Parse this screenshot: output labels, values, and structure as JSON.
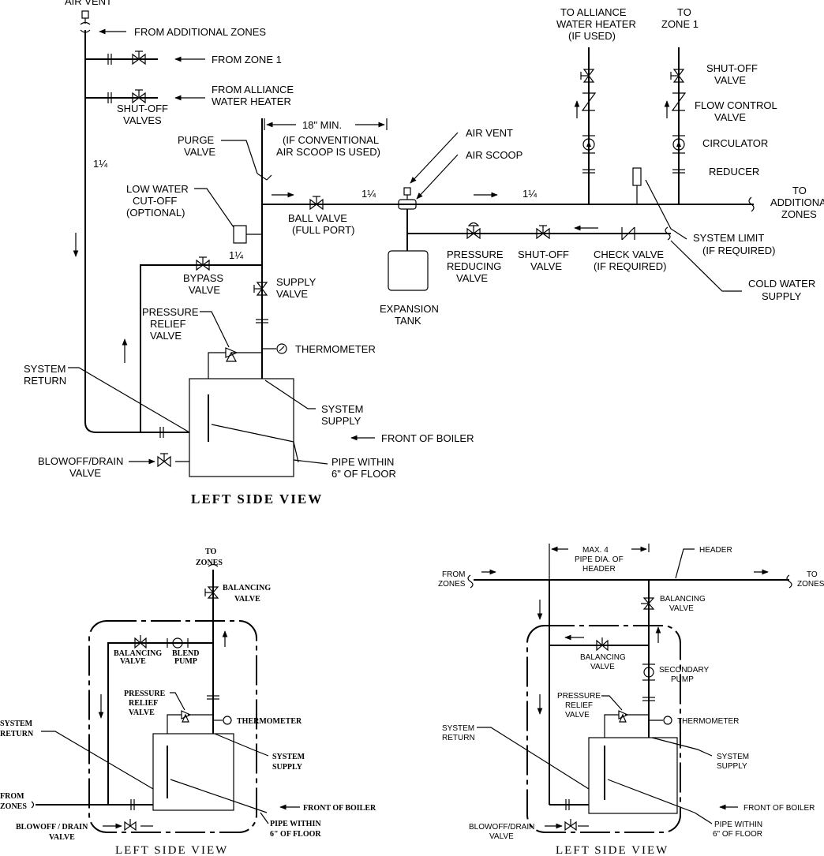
{
  "top": {
    "air_vent_top": "AIR VENT",
    "from_additional_zones": "FROM ADDITIONAL ZONES",
    "from_zone_1": "FROM ZONE 1",
    "from_alliance_1": "FROM ALLIANCE",
    "from_alliance_2": "WATER HEATER",
    "shutoff_valves_1": "SHUT-OFF",
    "shutoff_valves_2": "VALVES",
    "size_left": "1¼",
    "purge_1": "PURGE",
    "purge_2": "VALVE",
    "dim_18": "18\" MIN.",
    "dim_note_1": "(IF CONVENTIONAL",
    "dim_note_2": "AIR SCOOP IS USED)",
    "air_vent": "AIR VENT",
    "air_scoop": "AIR SCOOP",
    "to_alliance_1": "TO ALLIANCE",
    "to_alliance_2": "WATER HEATER",
    "to_alliance_3": "(IF USED)",
    "to_zone_1a": "TO",
    "to_zone_1b": "ZONE 1",
    "shutoff_valve_1": "SHUT-OFF",
    "shutoff_valve_2": "VALVE",
    "flow_control_1": "FLOW CONTROL",
    "flow_control_2": "VALVE",
    "circulator": "CIRCULATOR",
    "reducer": "REDUCER",
    "low_water_1": "LOW WATER",
    "low_water_2": "CUT-OFF",
    "low_water_3": "(OPTIONAL)",
    "ball_valve_1": "BALL VALVE",
    "ball_valve_2": "(FULL PORT)",
    "size_mid": "1¼",
    "size_right": "1¼",
    "to_additional_1": "TO",
    "to_additional_2": "ADDITIONAL",
    "to_additional_3": "ZONES",
    "size_bypass": "1¼",
    "bypass_1": "BYPASS",
    "bypass_2": "VALVE",
    "supply_valve_1": "SUPPLY",
    "supply_valve_2": "VALVE",
    "prv_1": "PRESSURE",
    "prv_2": "REDUCING",
    "prv_3": "VALVE",
    "shutoff_low_1": "SHUT-OFF",
    "shutoff_low_2": "VALVE",
    "check_1": "CHECK VALVE",
    "check_2": "(IF REQUIRED)",
    "system_limit_1": "SYSTEM LIMIT",
    "system_limit_2": "(IF REQUIRED)",
    "cold_water_1": "COLD WATER",
    "cold_water_2": "SUPPLY",
    "expansion_1": "EXPANSION",
    "expansion_2": "TANK",
    "relief_1": "PRESSURE",
    "relief_2": "RELIEF",
    "relief_3": "VALVE",
    "thermometer": "THERMOMETER",
    "system_return_1": "SYSTEM",
    "system_return_2": "RETURN",
    "system_supply_1": "SYSTEM",
    "system_supply_2": "SUPPLY",
    "front_of_boiler": "FRONT OF BOILER",
    "blowoff_1": "BLOWOFF/DRAIN",
    "blowoff_2": "VALVE",
    "pipe_within_1": "PIPE WITHIN",
    "pipe_within_2": "6\" OF FLOOR",
    "title": "LEFT SIDE VIEW"
  },
  "bottom_left": {
    "to_zones_1": "TO",
    "to_zones_2": "ZONES",
    "balancing_1": "BALANCING",
    "balancing_2": "VALVE",
    "bal_small_1": "BALANCING",
    "bal_small_2": "VALVE",
    "blend_1": "BLEND",
    "blend_2": "PUMP",
    "relief_1": "PRESSURE",
    "relief_2": "RELIEF",
    "relief_3": "VALVE",
    "thermometer": "THERMOMETER",
    "system_return_1": "SYSTEM",
    "system_return_2": "RETURN",
    "system_supply_1": "SYSTEM",
    "system_supply_2": "SUPPLY",
    "from_zones_1": "FROM",
    "from_zones_2": "ZONES",
    "front_of_boiler": "FRONT OF BOILER",
    "blowoff_1": "BLOWOFF / DRAIN",
    "blowoff_2": "VALVE",
    "pipe_within_1": "PIPE WITHIN",
    "pipe_within_2": "6\" OF FLOOR",
    "title": "LEFT SIDE VIEW"
  },
  "bottom_right": {
    "max_1": "MAX. 4",
    "max_2": "PIPE DIA. OF",
    "max_3": "HEADER",
    "header": "HEADER",
    "from_zones_1": "FROM",
    "from_zones_2": "ZONES",
    "to_zones_1": "TO",
    "to_zones_2": "ZONES",
    "balancing_1": "BALANCING",
    "balancing_2": "VALVE",
    "balancing_l1": "BALANCING",
    "balancing_l2": "VALVE",
    "secondary_1": "SECONDARY",
    "secondary_2": "PUMP",
    "relief_1": "PRESSURE",
    "relief_2": "RELIEF",
    "relief_3": "VALVE",
    "thermometer": "THERMOMETER",
    "system_return_1": "SYSTEM",
    "system_return_2": "RETURN",
    "system_supply_1": "SYSTEM",
    "system_supply_2": "SUPPLY",
    "front_of_boiler": "FRONT OF BOILER",
    "blowoff_1": "BLOWOFF/DRAIN",
    "blowoff_2": "VALVE",
    "pipe_within_1": "PIPE WITHIN",
    "pipe_within_2": "6\" OF FLOOR",
    "title": "LEFT SIDE VIEW"
  }
}
